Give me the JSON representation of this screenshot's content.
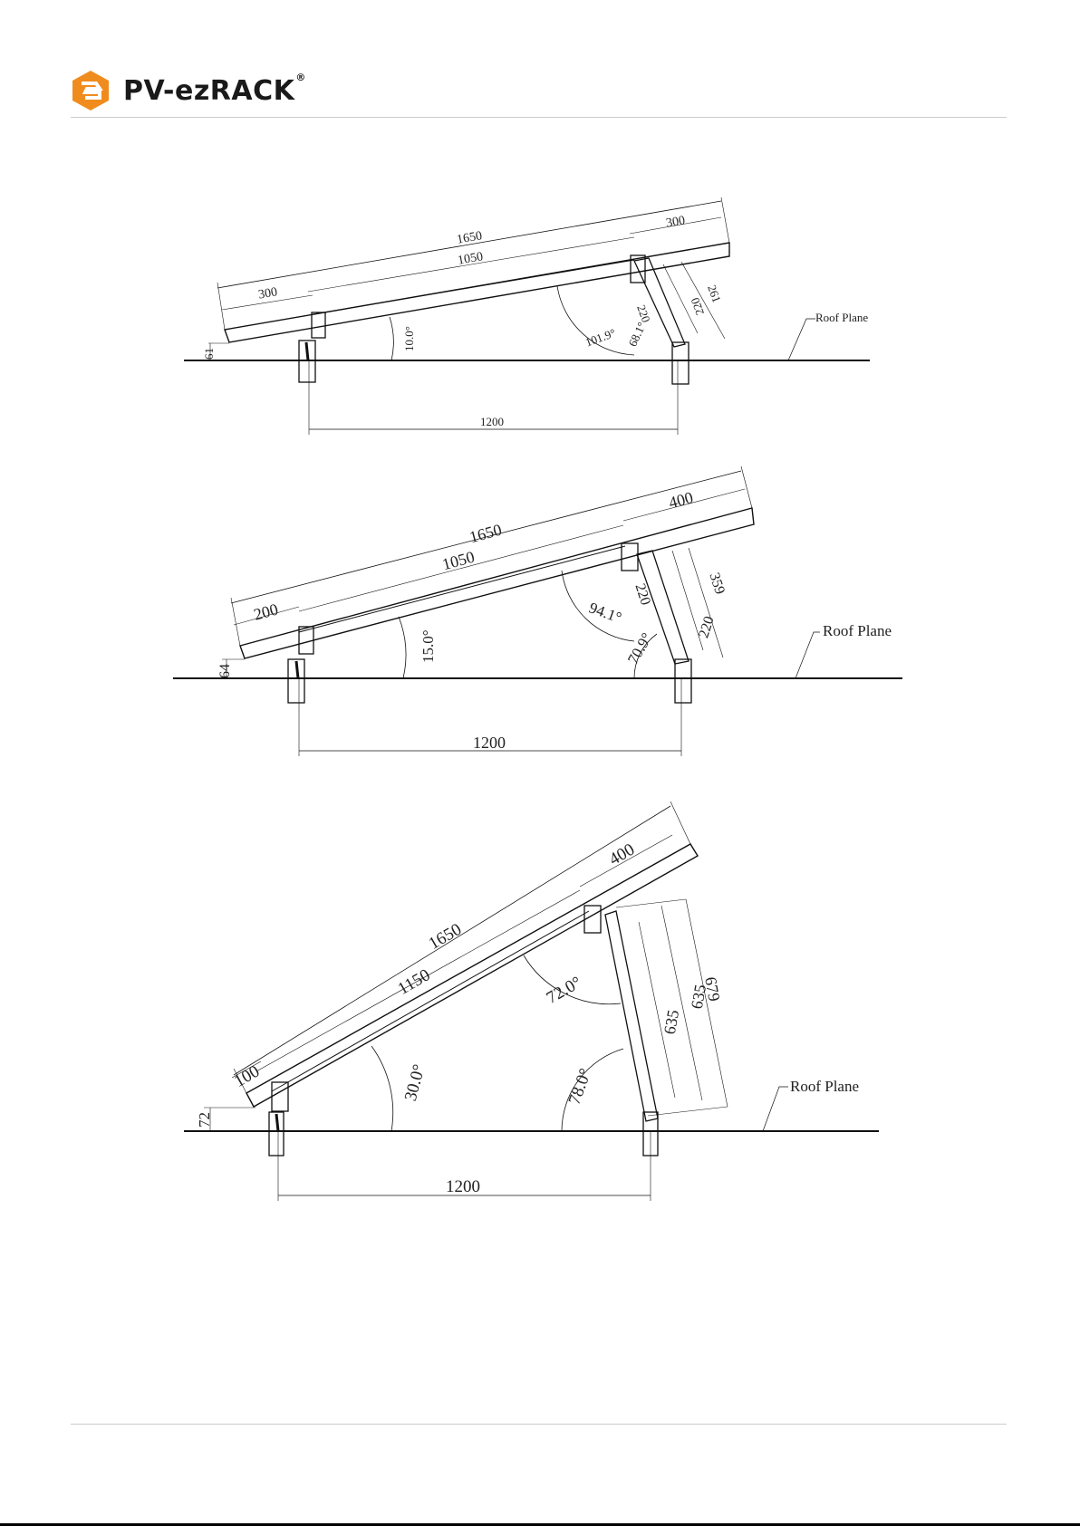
{
  "brand": {
    "name": "PV-ezRACK",
    "reg": "®",
    "colors": {
      "orange": "#F08C1E",
      "dark": "#1a1a1a"
    }
  },
  "figures": [
    {
      "roof_label": "Roof Plane",
      "dims": {
        "panel": "1650",
        "rail": "1050",
        "top_overhang": "300",
        "bottom_overhang": "300",
        "height": "61",
        "tilt": "10.0°",
        "angle_a": "101.9°",
        "angle_b": "68.1°",
        "leg_a": "220",
        "leg_b": "220",
        "leg_total": "261",
        "span": "1200"
      }
    },
    {
      "roof_label": "Roof Plane",
      "dims": {
        "panel": "1650",
        "rail": "1050",
        "top_overhang": "400",
        "bottom_overhang": "200",
        "height": "64",
        "tilt": "15.0°",
        "angle_a": "94.1°",
        "angle_b": "70.9°",
        "leg_a": "220",
        "leg_b": "220",
        "leg_total": "359",
        "span": "1200"
      }
    },
    {
      "roof_label": "Roof Plane",
      "dims": {
        "panel": "1650",
        "rail": "1150",
        "top_overhang": "400",
        "bottom_overhang": "100",
        "height": "72",
        "tilt": "30.0°",
        "angle_a": "72.0°",
        "angle_b": "78.0°",
        "leg_a": "635",
        "leg_b": "635",
        "leg_total": "679",
        "span": "1200"
      }
    }
  ]
}
